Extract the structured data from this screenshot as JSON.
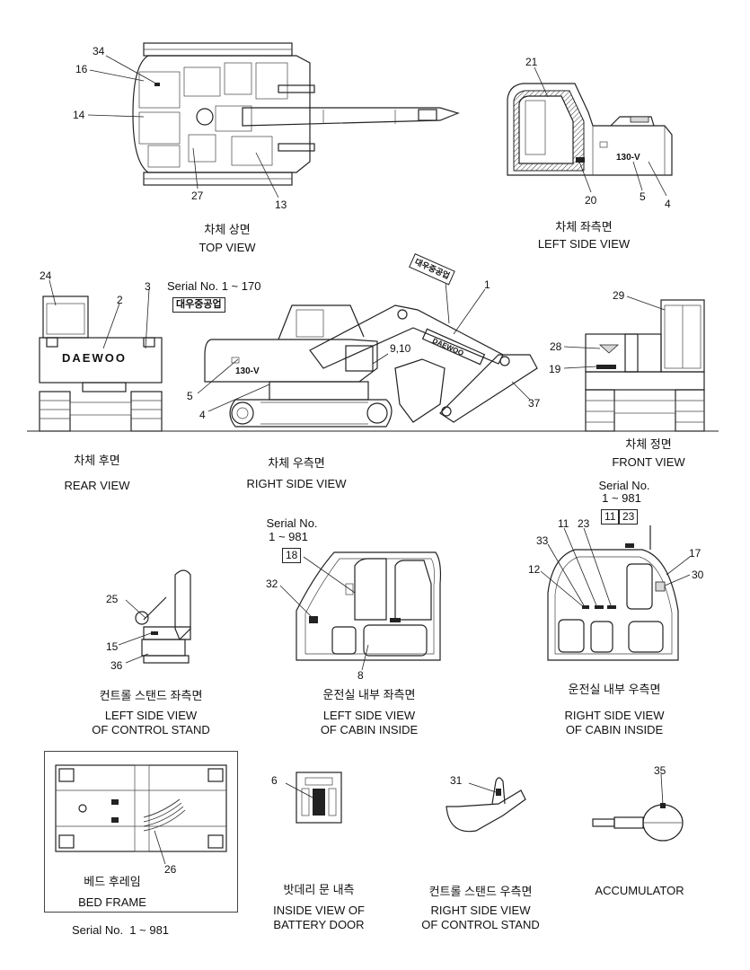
{
  "views": {
    "top": {
      "korean": "차체 상면",
      "english": "TOP VIEW"
    },
    "left_side": {
      "korean": "차체 좌측면",
      "english": "LEFT SIDE VIEW"
    },
    "rear": {
      "korean": "차체 후면",
      "english": "REAR VIEW"
    },
    "right_side": {
      "korean": "차체 우측면",
      "english": "RIGHT SIDE VIEW"
    },
    "front": {
      "korean": "차체 정면",
      "english": "FRONT VIEW"
    },
    "control_left": {
      "korean": "컨트롤 스탠드 좌측면",
      "english1": "LEFT SIDE VIEW",
      "english2": "OF CONTROL STAND"
    },
    "cabin_left": {
      "korean": "운전실 내부 좌측면",
      "english1": "LEFT SIDE VIEW",
      "english2": "OF CABIN INSIDE"
    },
    "cabin_right": {
      "korean": "운전실 내부 우측면",
      "english1": "RIGHT SIDE VIEW",
      "english2": "OF CABIN INSIDE"
    },
    "bed_frame": {
      "korean": "베드 후레임",
      "english": "BED FRAME"
    },
    "battery_door": {
      "korean": "밧데리 문 내측",
      "english1": "INSIDE VIEW OF",
      "english2": "BATTERY DOOR"
    },
    "control_right": {
      "korean": "컨트롤 스탠드 우측면",
      "english1": "RIGHT SIDE VIEW",
      "english2": "OF CONTROL STAND"
    },
    "accumulator": {
      "english": "ACCUMULATOR"
    }
  },
  "serial_notes": {
    "right_side": "Serial No. 1 ~ 170",
    "front_line1": "Serial No.",
    "front_line2": "1 ~ 981",
    "cabin_left_line1": "Serial No.",
    "cabin_left_line2": "1 ~ 981",
    "bed_frame": "Serial No.  1 ~ 981"
  },
  "machine_labels": {
    "brand": "DAEWOO",
    "model": "130-V",
    "decal": "대우중공업"
  },
  "callouts": {
    "n1": "1",
    "n2": "2",
    "n3": "3",
    "n4a": "4",
    "n4b": "4",
    "n5a": "5",
    "n5b": "5",
    "n6": "6",
    "n8": "8",
    "n9_10": "9,10",
    "n11a": "11",
    "n11b": "11",
    "n12": "12",
    "n13": "13",
    "n14": "14",
    "n15": "15",
    "n16": "16",
    "n17": "17",
    "n18": "18",
    "n19": "19",
    "n20": "20",
    "n21": "21",
    "n23a": "23",
    "n23b": "23",
    "n24": "24",
    "n25": "25",
    "n26": "26",
    "n27": "27",
    "n28": "28",
    "n29": "29",
    "n30": "30",
    "n31": "31",
    "n32": "32",
    "n33": "33",
    "n34": "34",
    "n35": "35",
    "n36": "36",
    "n37": "37"
  }
}
